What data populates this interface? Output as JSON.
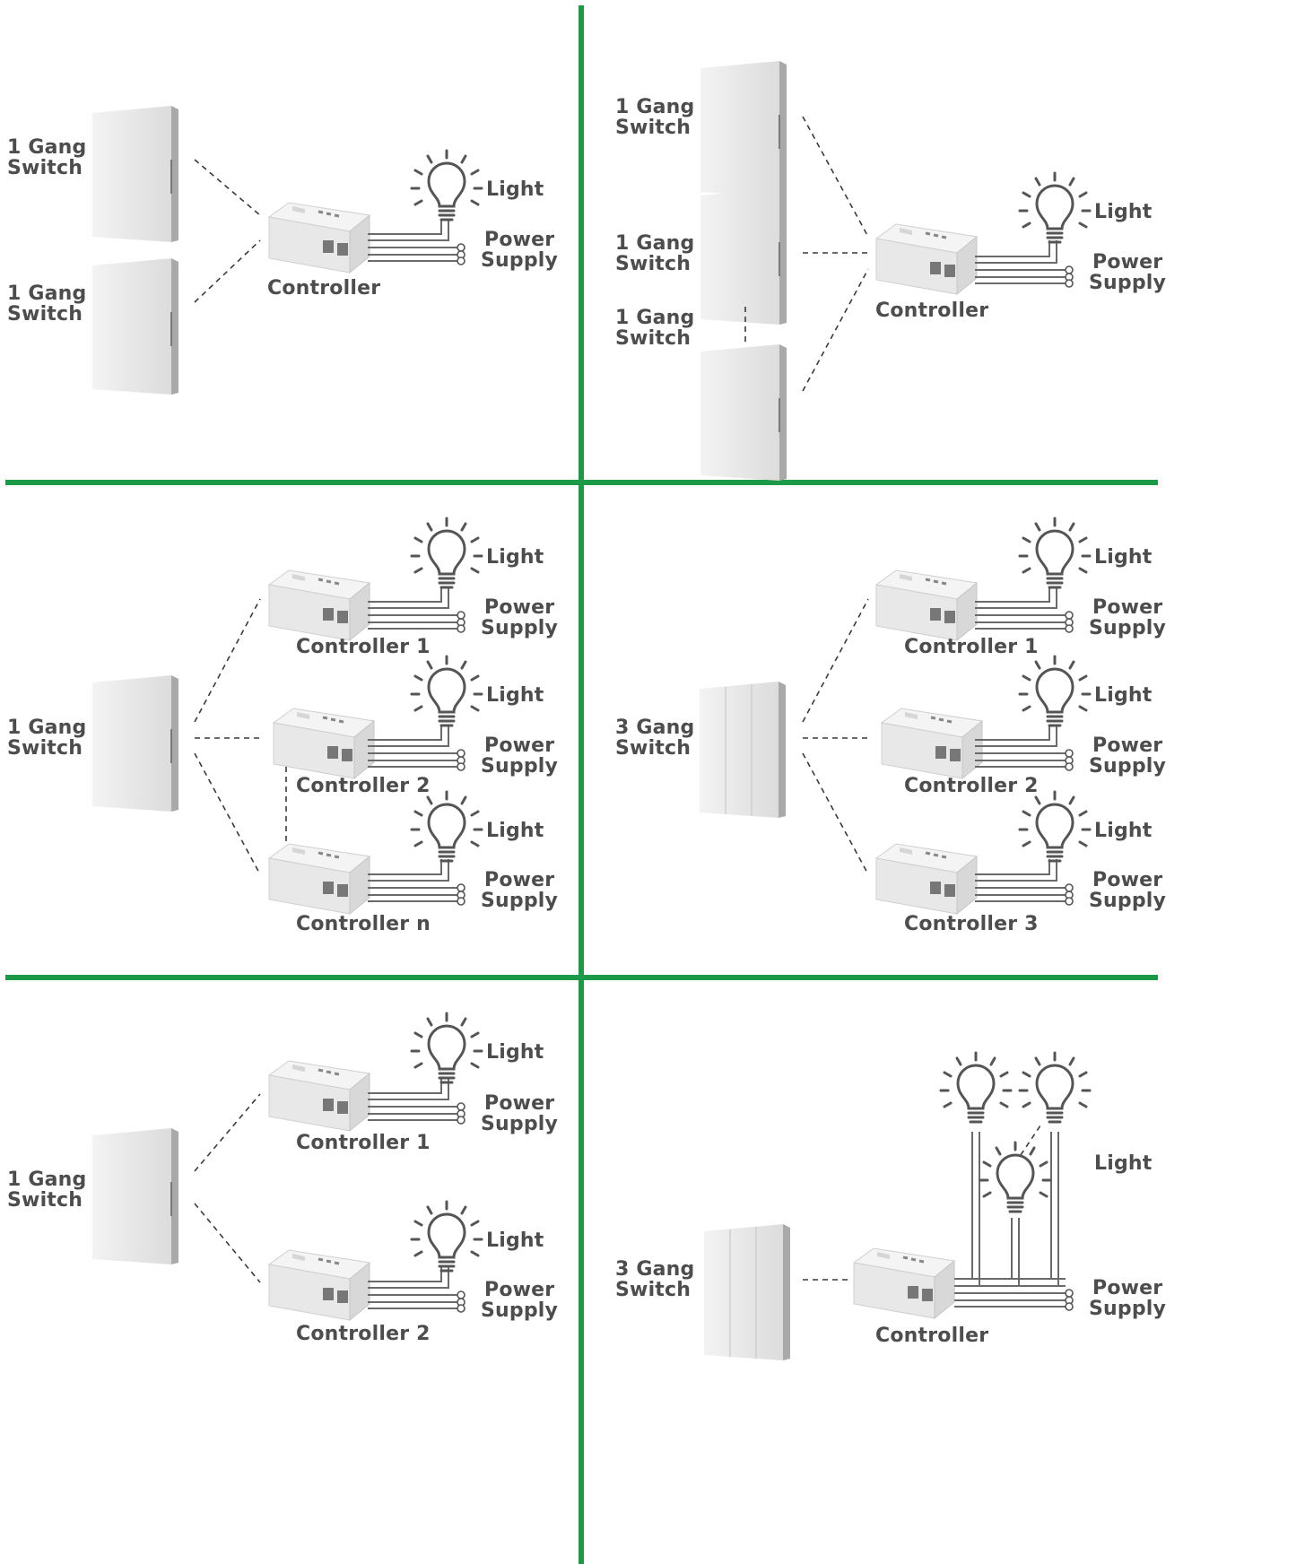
{
  "colors": {
    "divider": "#1d9a48",
    "label": "#4d4d4d",
    "device": "#e9e9e9"
  },
  "labels": {
    "one_gang": [
      "1 Gang",
      "Switch"
    ],
    "three_gang": [
      "3 Gang",
      "Switch"
    ],
    "controller": "Controller",
    "controller_1": "Controller 1",
    "controller_2": "Controller 2",
    "controller_3": "Controller 3",
    "controller_n": "Controller n",
    "light": "Light",
    "power_supply": [
      "Power",
      "Supply"
    ]
  },
  "icons": [
    "wall-switch-1-gang-icon",
    "wall-switch-3-gang-icon",
    "controller-box-icon",
    "light-bulb-icon",
    "terminal-circle-icon"
  ]
}
